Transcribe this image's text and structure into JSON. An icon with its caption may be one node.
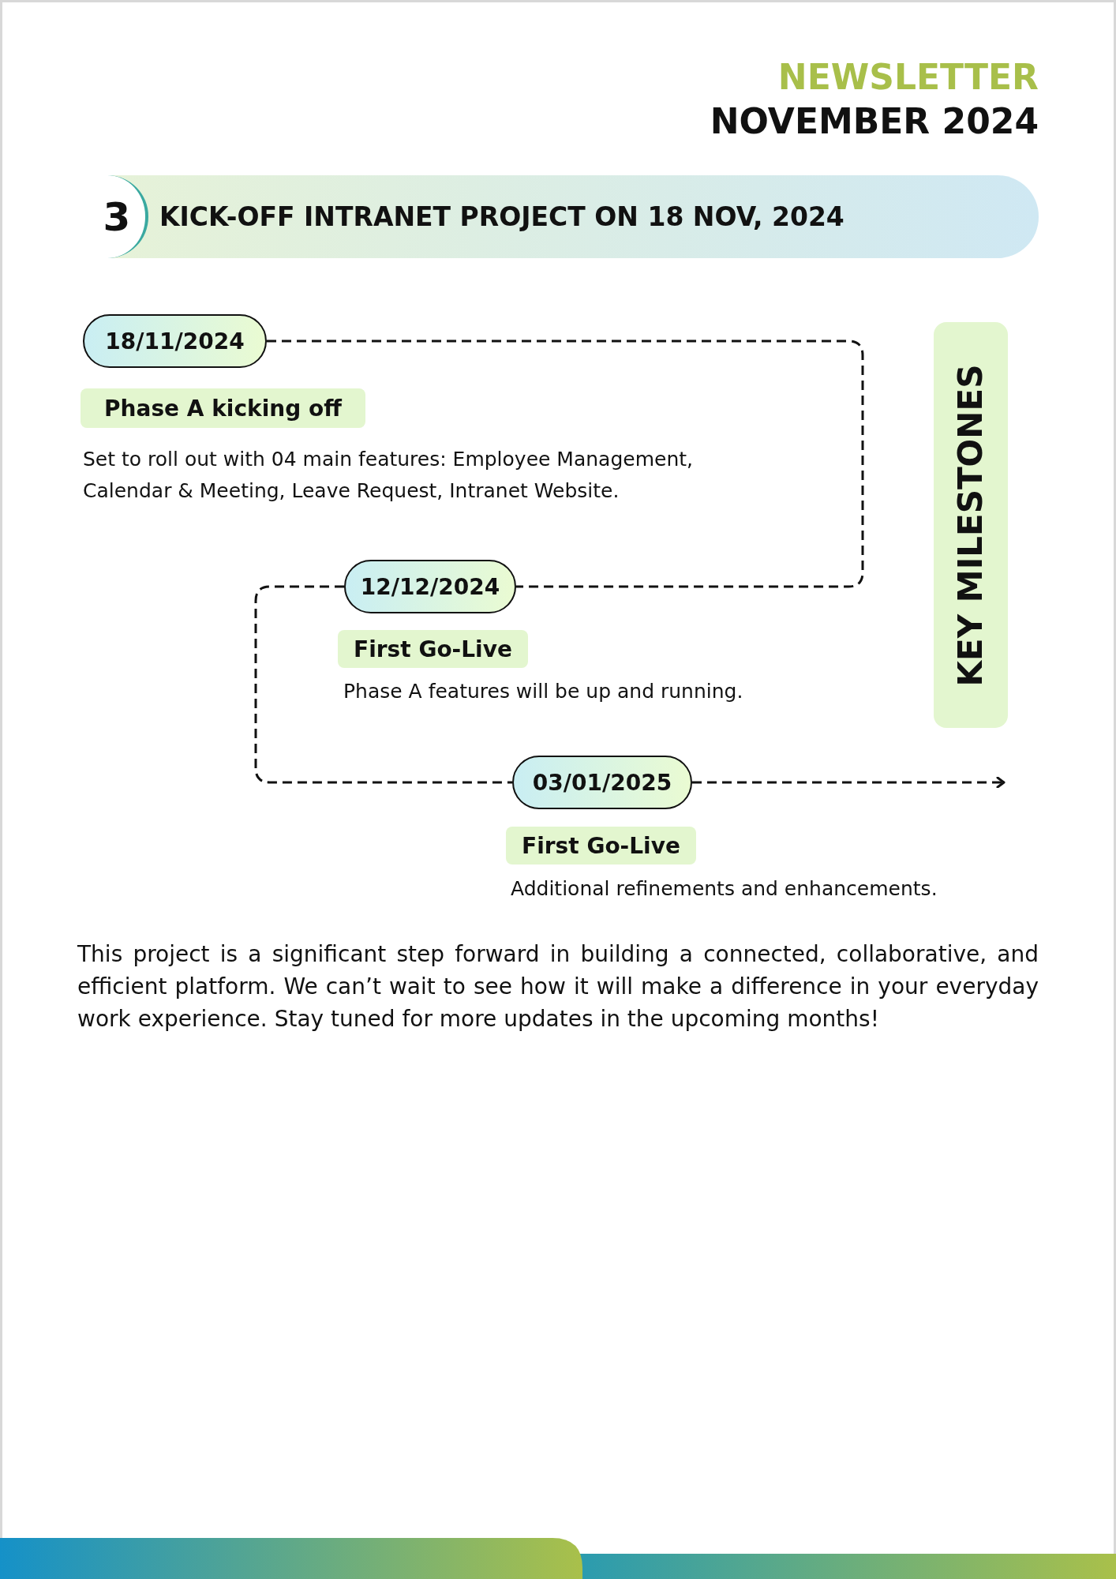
{
  "diagram": {
    "title": "NEWSLETTER",
    "nodes": [
      {
        "text": [
          "3"
        ]
      },
      {
        "text": [
          "KICK-OFF INTRANET PROJECT ON 18 NOV, 2024"
        ]
      },
      {
        "text": [
          "18/11/2024"
        ]
      },
      {
        "text": [
          "12/12/2024"
        ]
      },
      {
        "text": [
          "03/01/2025"
        ]
      },
      {
        "text": [
          "Phase A kicking off"
        ],
        "beside": [
          "Set to roll out with 04 main features: Employee Management, Calendar & Meeting, Leave Request, Intranet Website."
        ]
      },
      {
        "text": [
          "First Go-Live"
        ],
        "beside": [
          "Phase A features will be up and running."
        ]
      },
      {
        "text": [
          "First Go-Live"
        ],
        "beside": [
          "Additional refinements and enhancements."
        ]
      },
      {
        "text": [
          "KEY MILESTONES"
        ]
      }
    ],
    "edges": [
      {
        "from": 2,
        "to": 3,
        "arrow": "none",
        "style": "dashed"
      },
      {
        "from": 3,
        "to": 4,
        "arrow": "none",
        "style": "dashed"
      },
      {
        "from": 4,
        "to": null,
        "arrow": "to",
        "style": "dashed"
      }
    ],
    "labels": [
      "NOVEMBER 2024",
      "This project is a significant step forward in building a connected, collaborative, and efficient platform. We can’t wait to see how it will make a difference in your everyday work experience. Stay tuned for more updates in the upcoming months!"
    ]
  }
}
